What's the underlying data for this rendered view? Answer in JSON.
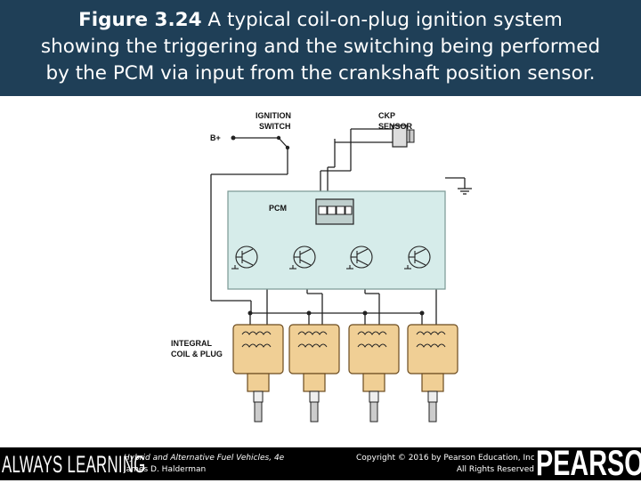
{
  "caption": {
    "figure_label": "Figure 3.24",
    "line1": " A typical coil-on-plug ignition system",
    "line2": "showing the triggering and the switching being performed",
    "line3": "by the PCM via input from the crankshaft position sensor."
  },
  "diagram": {
    "ignition_switch_label_1": "IGNITION",
    "ignition_switch_label_2": "SWITCH",
    "ckp_label_1": "CKP",
    "ckp_label_2": "SENSOR",
    "battery_label": "B+",
    "pcm_label": "PCM",
    "coil_label_1": "INTEGRAL",
    "coil_label_2": "COIL & PLUG",
    "colors": {
      "pcm_fill": "#d6ecea",
      "coil_fill": "#f0cf95",
      "header_bg": "#1f3f57"
    }
  },
  "footer": {
    "always_learning": "ALWAYS LEARNING",
    "book_title": "Hybrid and Alternative Fuel Vehicles, 4e",
    "author": "James D. Halderman",
    "copyright": "Copyright © 2016 by Pearson Education, Inc.",
    "rights": "All Rights Reserved",
    "publisher": "PEARSON"
  }
}
